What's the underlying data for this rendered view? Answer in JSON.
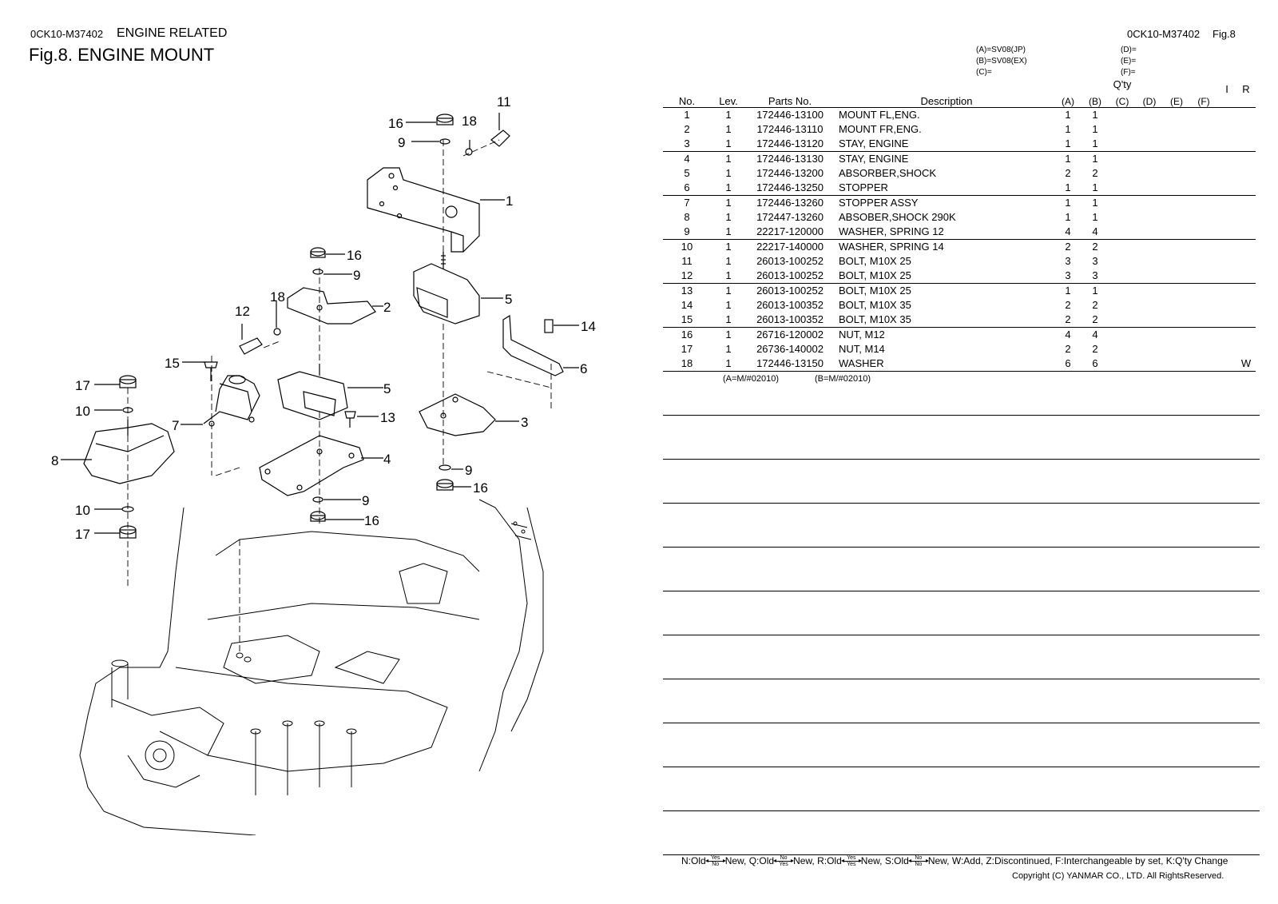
{
  "header": {
    "code": "0CK10-M37402",
    "section": "ENGINE RELATED",
    "figure_title": "Fig.8.  ENGINE MOUNT",
    "right_code": "0CK10-M37402",
    "right_fig": "Fig.8"
  },
  "models": {
    "a": "(A)=SV08(JP)",
    "b": "(B)=SV08(EX)",
    "c": "(C)=",
    "d": "(D)=",
    "e": "(E)=",
    "f": "(F)="
  },
  "table": {
    "headers": {
      "no": "No.",
      "lev": "Lev.",
      "parts_no": "Parts No.",
      "description": "Description",
      "qty": "Q'ty",
      "i": "I",
      "r": "R",
      "qa": "(A)",
      "qb": "(B)",
      "qc": "(C)",
      "qd": "(D)",
      "qe": "(E)",
      "qf": "(F)"
    },
    "rows": [
      {
        "no": "1",
        "lev": "1",
        "pn": "172446-13100",
        "desc": "MOUNT FL,ENG.",
        "a": "1",
        "b": "1",
        "r": ""
      },
      {
        "no": "2",
        "lev": "1",
        "pn": "172446-13110",
        "desc": "MOUNT FR,ENG.",
        "a": "1",
        "b": "1",
        "r": ""
      },
      {
        "no": "3",
        "lev": "1",
        "pn": "172446-13120",
        "desc": "STAY, ENGINE",
        "a": "1",
        "b": "1",
        "r": ""
      },
      {
        "no": "4",
        "lev": "1",
        "pn": "172446-13130",
        "desc": "STAY, ENGINE",
        "a": "1",
        "b": "1",
        "r": ""
      },
      {
        "no": "5",
        "lev": "1",
        "pn": "172446-13200",
        "desc": "ABSORBER,SHOCK",
        "a": "2",
        "b": "2",
        "r": ""
      },
      {
        "no": "6",
        "lev": "1",
        "pn": "172446-13250",
        "desc": "STOPPER",
        "a": "1",
        "b": "1",
        "r": ""
      },
      {
        "no": "7",
        "lev": "1",
        "pn": "172446-13260",
        "desc": "STOPPER ASSY",
        "a": "1",
        "b": "1",
        "r": ""
      },
      {
        "no": "8",
        "lev": "1",
        "pn": "172447-13260",
        "desc": "ABSOBER,SHOCK 290K",
        "a": "1",
        "b": "1",
        "r": ""
      },
      {
        "no": "9",
        "lev": "1",
        "pn": "22217-120000",
        "desc": "WASHER, SPRING 12",
        "a": "4",
        "b": "4",
        "r": ""
      },
      {
        "no": "10",
        "lev": "1",
        "pn": "22217-140000",
        "desc": "WASHER, SPRING 14",
        "a": "2",
        "b": "2",
        "r": ""
      },
      {
        "no": "11",
        "lev": "1",
        "pn": "26013-100252",
        "desc": "BOLT, M10X 25",
        "a": "3",
        "b": "3",
        "r": ""
      },
      {
        "no": "12",
        "lev": "1",
        "pn": "26013-100252",
        "desc": "BOLT, M10X 25",
        "a": "3",
        "b": "3",
        "r": ""
      },
      {
        "no": "13",
        "lev": "1",
        "pn": "26013-100252",
        "desc": "BOLT, M10X 25",
        "a": "1",
        "b": "1",
        "r": ""
      },
      {
        "no": "14",
        "lev": "1",
        "pn": "26013-100352",
        "desc": "BOLT, M10X 35",
        "a": "2",
        "b": "2",
        "r": ""
      },
      {
        "no": "15",
        "lev": "1",
        "pn": "26013-100352",
        "desc": "BOLT, M10X 35",
        "a": "2",
        "b": "2",
        "r": ""
      },
      {
        "no": "16",
        "lev": "1",
        "pn": "26716-120002",
        "desc": "NUT, M12",
        "a": "4",
        "b": "4",
        "r": ""
      },
      {
        "no": "17",
        "lev": "1",
        "pn": "26736-140002",
        "desc": "NUT, M14",
        "a": "2",
        "b": "2",
        "r": ""
      },
      {
        "no": "18",
        "lev": "1",
        "pn": "172446-13150",
        "desc": "WASHER",
        "a": "6",
        "b": "6",
        "r": "W"
      }
    ],
    "note_a": "(A=M/#02010)",
    "note_b": "(B=M/#02010)"
  },
  "callouts": {
    "c11": "11",
    "c16a": "16",
    "c18a": "18",
    "c9a": "9",
    "c1": "1",
    "c16b": "16",
    "c9b": "9",
    "c2": "2",
    "c12": "12",
    "c18b": "18",
    "c5a": "5",
    "c14": "14",
    "c6": "6",
    "c15": "15",
    "c17a": "17",
    "c10a": "10",
    "c7": "7",
    "c5b": "5",
    "c13": "13",
    "c3": "3",
    "c8": "8",
    "c4": "4",
    "c9c": "9",
    "c16c": "16",
    "c10b": "10",
    "c17b": "17",
    "c9d": "9",
    "c16d": "16"
  },
  "legend": {
    "n_old": "N:Old",
    "n_new": "New,",
    "q_old": "Q:Old",
    "q_new": "New,",
    "r_old": "R:Old",
    "r_new": "New,",
    "s_old": "S:Old",
    "s_new": "New,",
    "rest": "W:Add, Z:Discontinued, F:Interchangeable by set, K:Q'ty Change",
    "yes": "Yes",
    "no": "No",
    "copyright": "Copyright (C)  YANMAR CO., LTD. All RightsReserved."
  }
}
